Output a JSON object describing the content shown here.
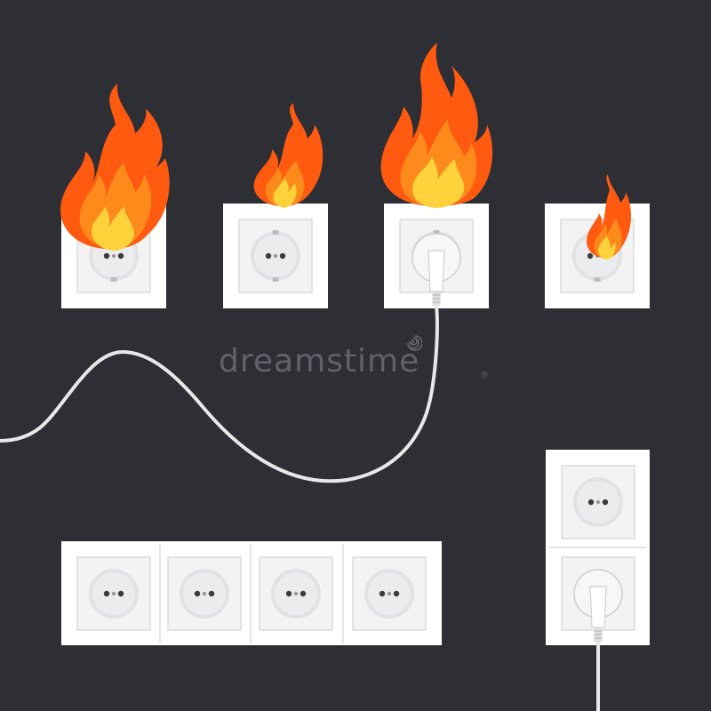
{
  "watermark": {
    "brand": "dreamstime",
    "registered": "®"
  },
  "scene": {
    "sockets_on_fire": 4,
    "row_socket_count": 4,
    "column_socket_count": 2,
    "plugged_in_sockets": 2,
    "colors": {
      "background": "#2e2e35",
      "socket_frame": "#ffffff",
      "socket_inner": "#f2f2f2",
      "socket_face": "#e4e4e6",
      "flame_outer": "#ff5a10",
      "flame_mid": "#ff8a1c",
      "flame_inner": "#ffd23c",
      "cable": "#e6e6e6"
    }
  }
}
